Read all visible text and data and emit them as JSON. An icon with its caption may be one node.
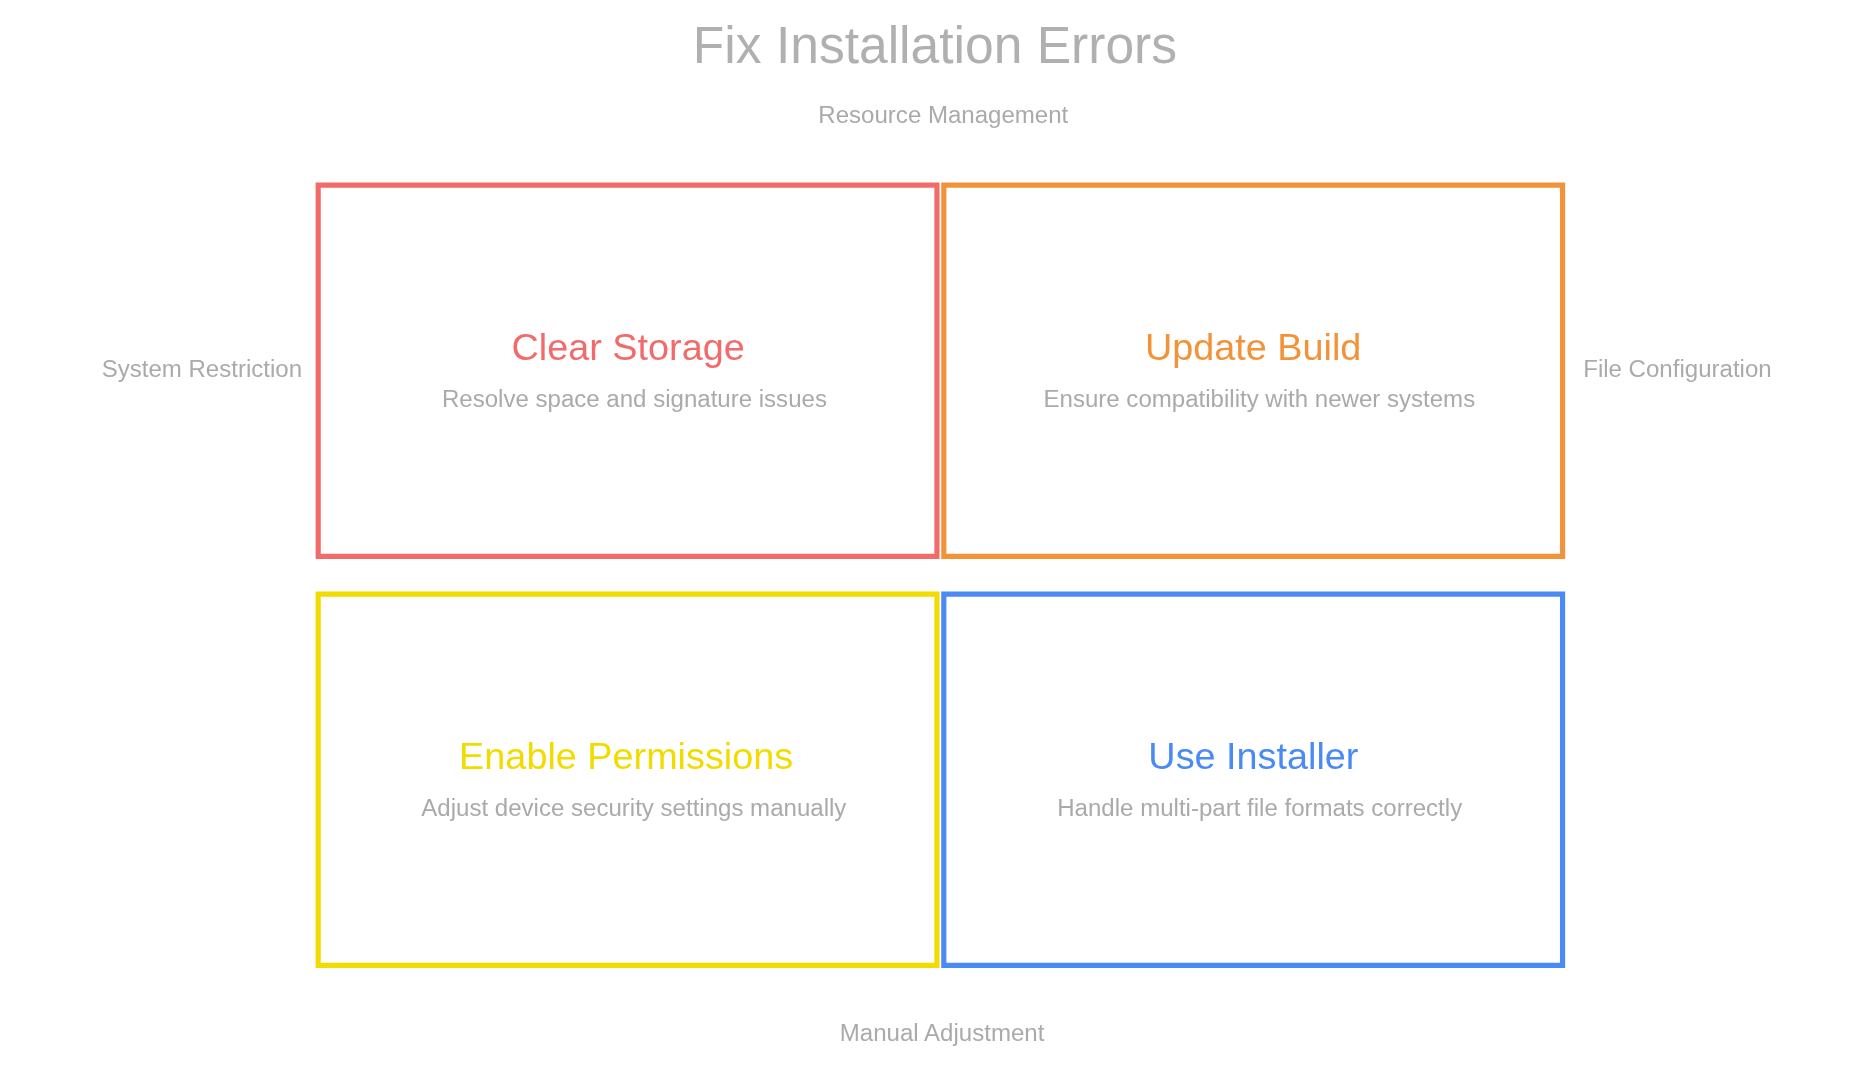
{
  "diagram": {
    "title": "Fix Installation Errors",
    "nodes": [
      {
        "text": [
          "Clear Storage",
          "Resolve space and signature issues"
        ]
      },
      {
        "text": [
          "Update Build",
          "Ensure compatibility with newer systems"
        ]
      },
      {
        "text": [
          "Enable Permissions",
          "Adjust device security settings manually"
        ]
      },
      {
        "text": [
          "Use Installer",
          "Handle multi-part file formats correctly"
        ]
      }
    ],
    "labels": [
      "Resource Management",
      "System Restriction",
      "File Configuration",
      "Manual Adjustment"
    ]
  }
}
